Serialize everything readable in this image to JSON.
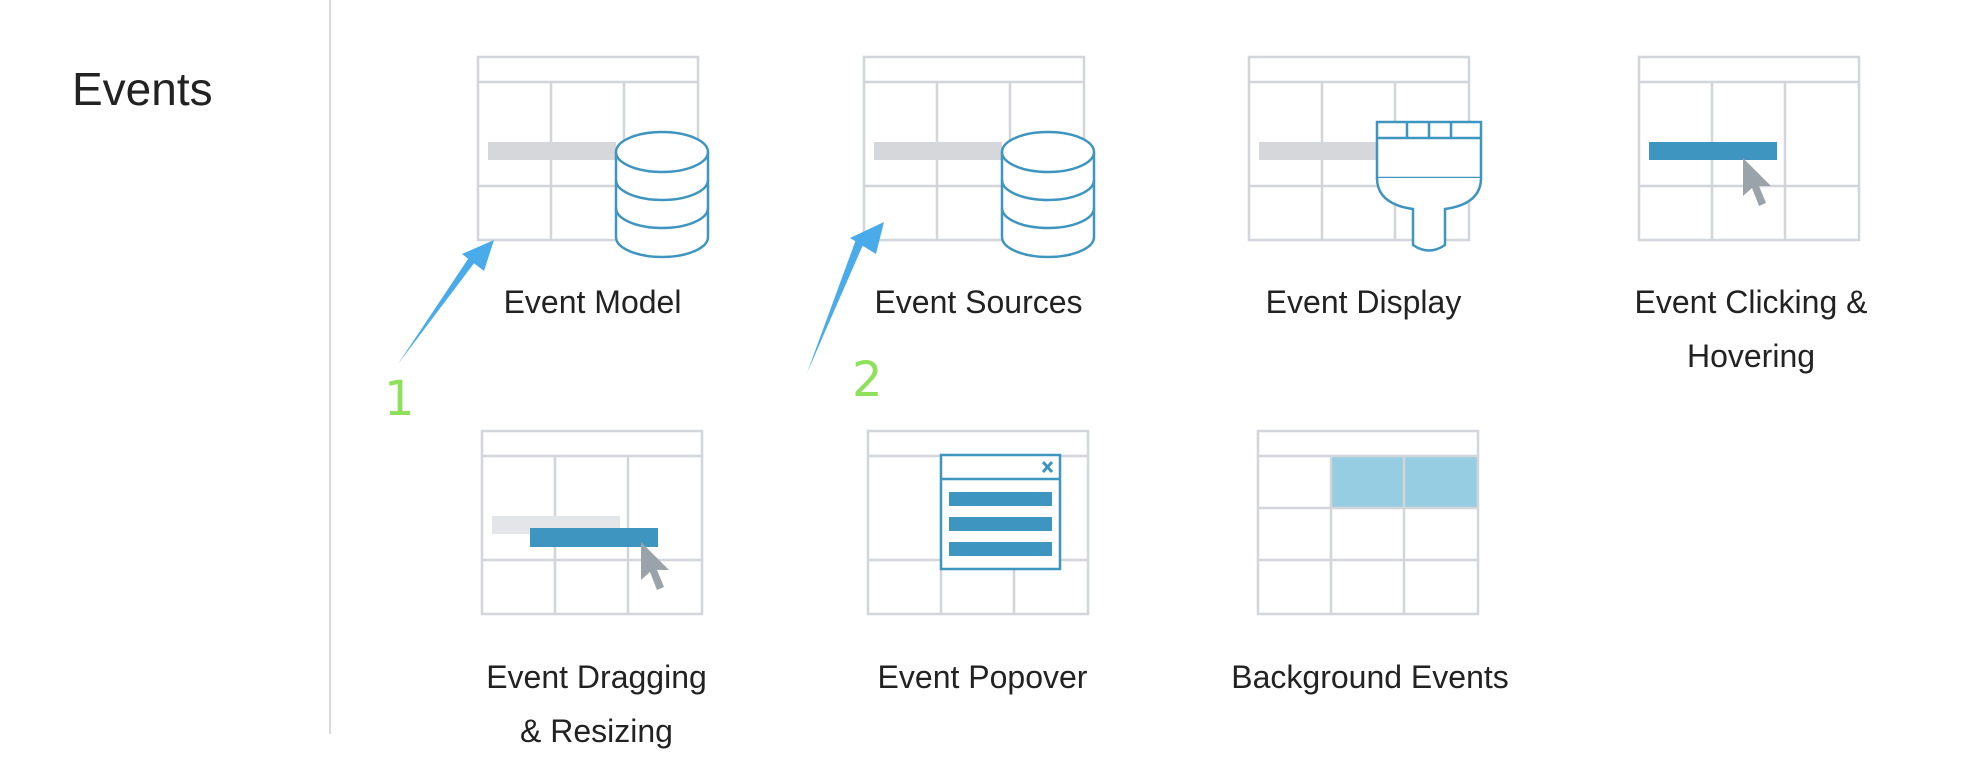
{
  "section": {
    "title": "Events"
  },
  "cards": [
    {
      "label": "Event Model"
    },
    {
      "label": "Event Sources"
    },
    {
      "label": "Event Display"
    },
    {
      "label": "Event Clicking & Hovering"
    },
    {
      "label": "Event Dragging & Resizing"
    },
    {
      "label": "Event Popover"
    },
    {
      "label": "Background Events"
    }
  ],
  "annotations": [
    {
      "number": "1"
    },
    {
      "number": "2"
    }
  ],
  "colors": {
    "grid": "#d2d6da",
    "accent_blue": "#3e95bf",
    "light_blue": "#97cde3",
    "placeholder_bar": "#d5d7da",
    "cursor_gray": "#9aa3aa",
    "arrow_blue": "#4aabea",
    "annotation_green": "#8fe05a"
  }
}
